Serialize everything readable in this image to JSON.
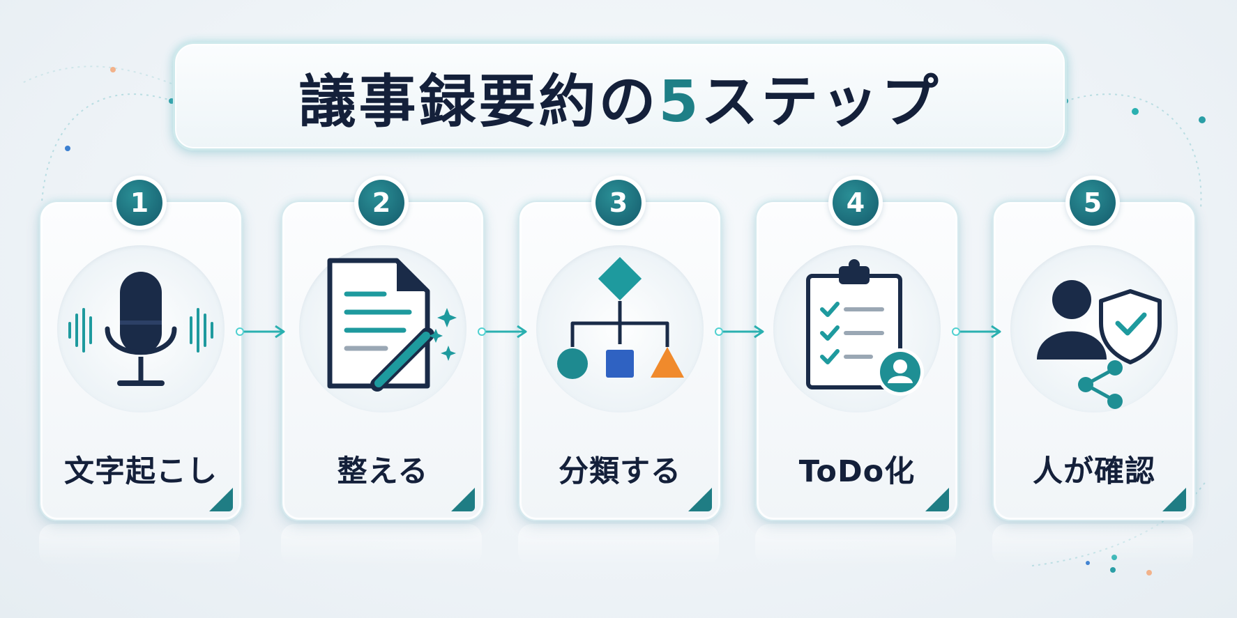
{
  "title": {
    "prefix": "議事録要約の",
    "number": "5",
    "suffix": "ステップ"
  },
  "colors": {
    "accent": "#1e7f86",
    "navy": "#14203a",
    "blue": "#2f62c2",
    "orange": "#f08a2c"
  },
  "steps": [
    {
      "number": "1",
      "label": "文字起こし",
      "icon": "microphone-icon"
    },
    {
      "number": "2",
      "label": "整える",
      "icon": "document-edit-icon"
    },
    {
      "number": "3",
      "label": "分類する",
      "icon": "hierarchy-icon"
    },
    {
      "number": "4",
      "label": "ToDo化",
      "icon": "checklist-icon"
    },
    {
      "number": "5",
      "label": "人が確認",
      "icon": "user-shield-icon"
    }
  ]
}
